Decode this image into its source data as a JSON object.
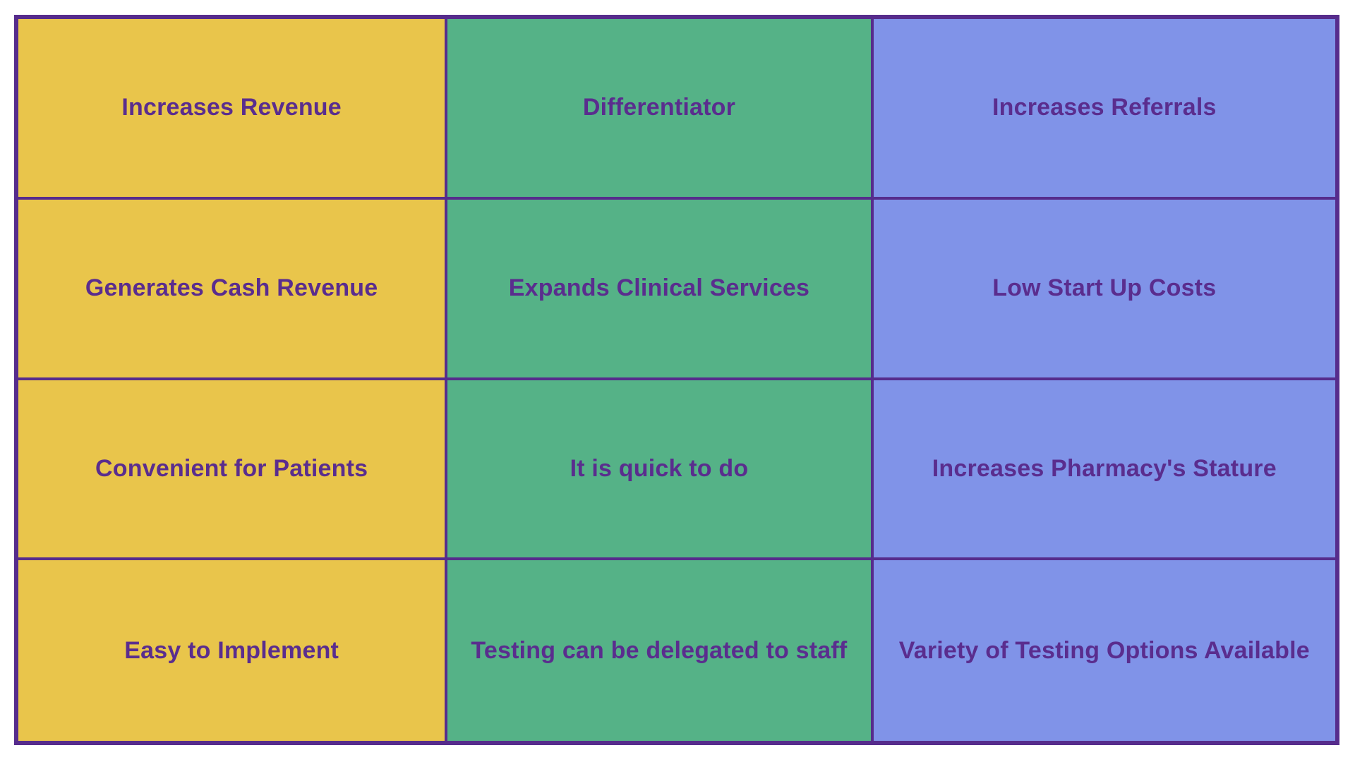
{
  "colors": {
    "page_background": "#FFFFFF",
    "border": "#562C8C",
    "text": "#5A2D8E",
    "column_fills": [
      "#E9C54B",
      "#55B287",
      "#8093E8"
    ]
  },
  "table": {
    "rows": [
      {
        "cells": [
          "Increases Revenue",
          "Differentiator",
          "Increases Referrals"
        ]
      },
      {
        "cells": [
          "Generates Cash Revenue",
          "Expands Clinical Services",
          "Low Start Up Costs"
        ]
      },
      {
        "cells": [
          "Convenient for Patients",
          "It is quick to do",
          "Increases Pharmacy's Stature"
        ]
      },
      {
        "cells": [
          "Easy to Implement",
          "Testing can be delegated to staff",
          "Variety of Testing Options Available"
        ]
      }
    ]
  },
  "chart_data": {
    "type": "table",
    "title": "",
    "columns": [
      "",
      "",
      ""
    ],
    "rows": [
      [
        "Increases Revenue",
        "Differentiator",
        "Increases Referrals"
      ],
      [
        "Generates Cash Revenue",
        "Expands Clinical Services",
        "Low Start Up Costs"
      ],
      [
        "Convenient for Patients",
        "It is quick to do",
        "Increases Pharmacy's Stature"
      ],
      [
        "Easy to Implement",
        "Testing can be delegated to staff",
        "Variety of Testing Options Available"
      ]
    ],
    "layout_hints": {
      "grid": "3 columns x 4 rows",
      "column_fill_colors": [
        "#E9C54B",
        "#55B287",
        "#8093E8"
      ],
      "border_color": "#562C8C",
      "text_color": "#5A2D8E"
    }
  }
}
